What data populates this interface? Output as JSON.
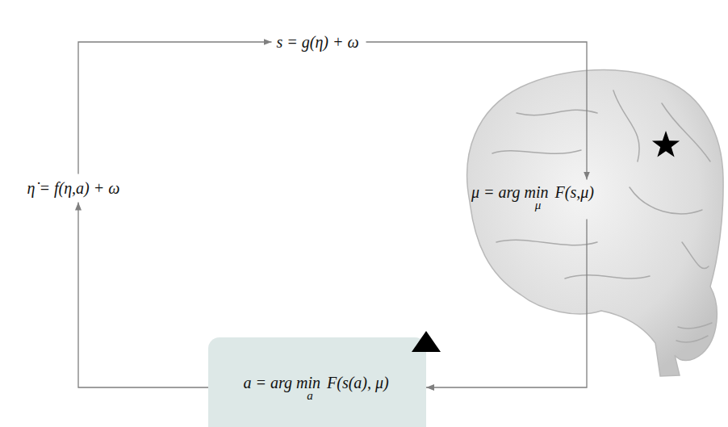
{
  "diagram": {
    "nodes": [
      {
        "text": [
          "s = g(η) + ω"
        ]
      },
      {
        "text": [
          "η̇ = f(η,a) + ω"
        ]
      },
      {
        "text": [
          "μ = arg min",
          "F(s,μ)",
          "μ"
        ]
      },
      {
        "text": [
          "a = arg min",
          "F(s(a), μ)",
          "a"
        ]
      }
    ],
    "edges": [
      {
        "from": 0,
        "to": 2,
        "arrow": "to"
      },
      {
        "from": 2,
        "to": 3,
        "arrow": "to"
      },
      {
        "from": 3,
        "to": 1,
        "arrow": "to"
      },
      {
        "from": 1,
        "to": 0,
        "arrow": "to"
      }
    ]
  }
}
